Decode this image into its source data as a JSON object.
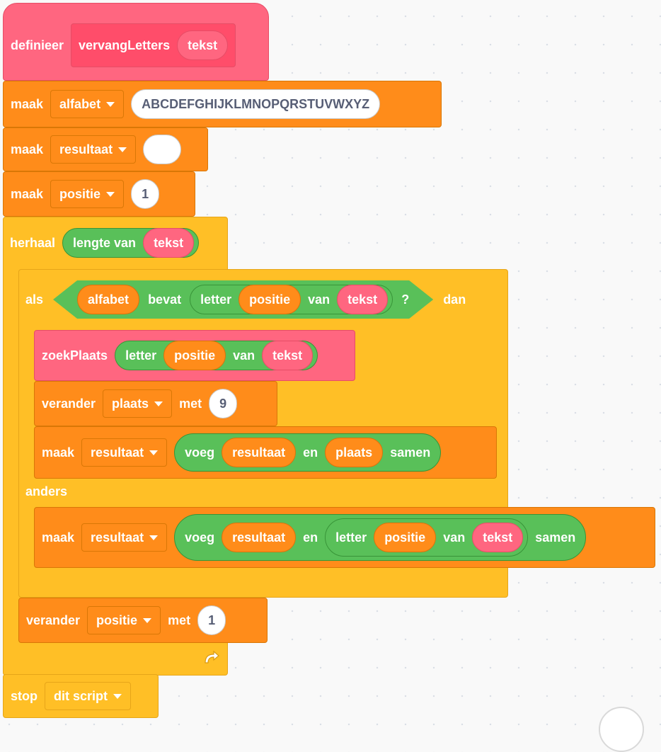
{
  "blocks": {
    "define": {
      "label": "definieer",
      "name": "vervangLetters",
      "param": "tekst"
    },
    "set_alfabet": {
      "label": "maak",
      "var": "alfabet",
      "value": "ABCDEFGHIJKLMNOPQRSTUVWXYZ"
    },
    "set_resultaat": {
      "label": "maak",
      "var": "resultaat",
      "value": ""
    },
    "set_positie": {
      "label": "maak",
      "var": "positie",
      "value": "1"
    },
    "repeat": {
      "label": "herhaal",
      "length_label": "lengte van",
      "length_arg": "tekst"
    },
    "if": {
      "label": "als",
      "then": "dan",
      "else": "anders",
      "cond": {
        "list": "alfabet",
        "op": "bevat",
        "letter": "letter",
        "idx": "positie",
        "van": "van",
        "str": "tekst",
        "q": "?"
      }
    },
    "zoek": {
      "label": "zoekPlaats",
      "letter": "letter",
      "idx": "positie",
      "van": "van",
      "str": "tekst"
    },
    "change_plaats": {
      "label": "verander",
      "var": "plaats",
      "met": "met",
      "value": "9"
    },
    "set_res1": {
      "label": "maak",
      "var": "resultaat",
      "join": "voeg",
      "a": "resultaat",
      "en": "en",
      "b": "plaats",
      "samen": "samen"
    },
    "set_res2": {
      "label": "maak",
      "var": "resultaat",
      "join": "voeg",
      "a": "resultaat",
      "en": "en",
      "letter": "letter",
      "idx": "positie",
      "van": "van",
      "str": "tekst",
      "samen": "samen"
    },
    "change_positie": {
      "label": "verander",
      "var": "positie",
      "met": "met",
      "value": "1"
    },
    "stop": {
      "label": "stop",
      "option": "dit script"
    }
  },
  "icons": {
    "loop": "loop-arrow-icon",
    "dropdown": "dropdown-caret-icon"
  },
  "colors": {
    "custom": "#ff6680",
    "control": "#ffbf26",
    "variables": "#ff8c1a",
    "operators": "#59c059"
  }
}
